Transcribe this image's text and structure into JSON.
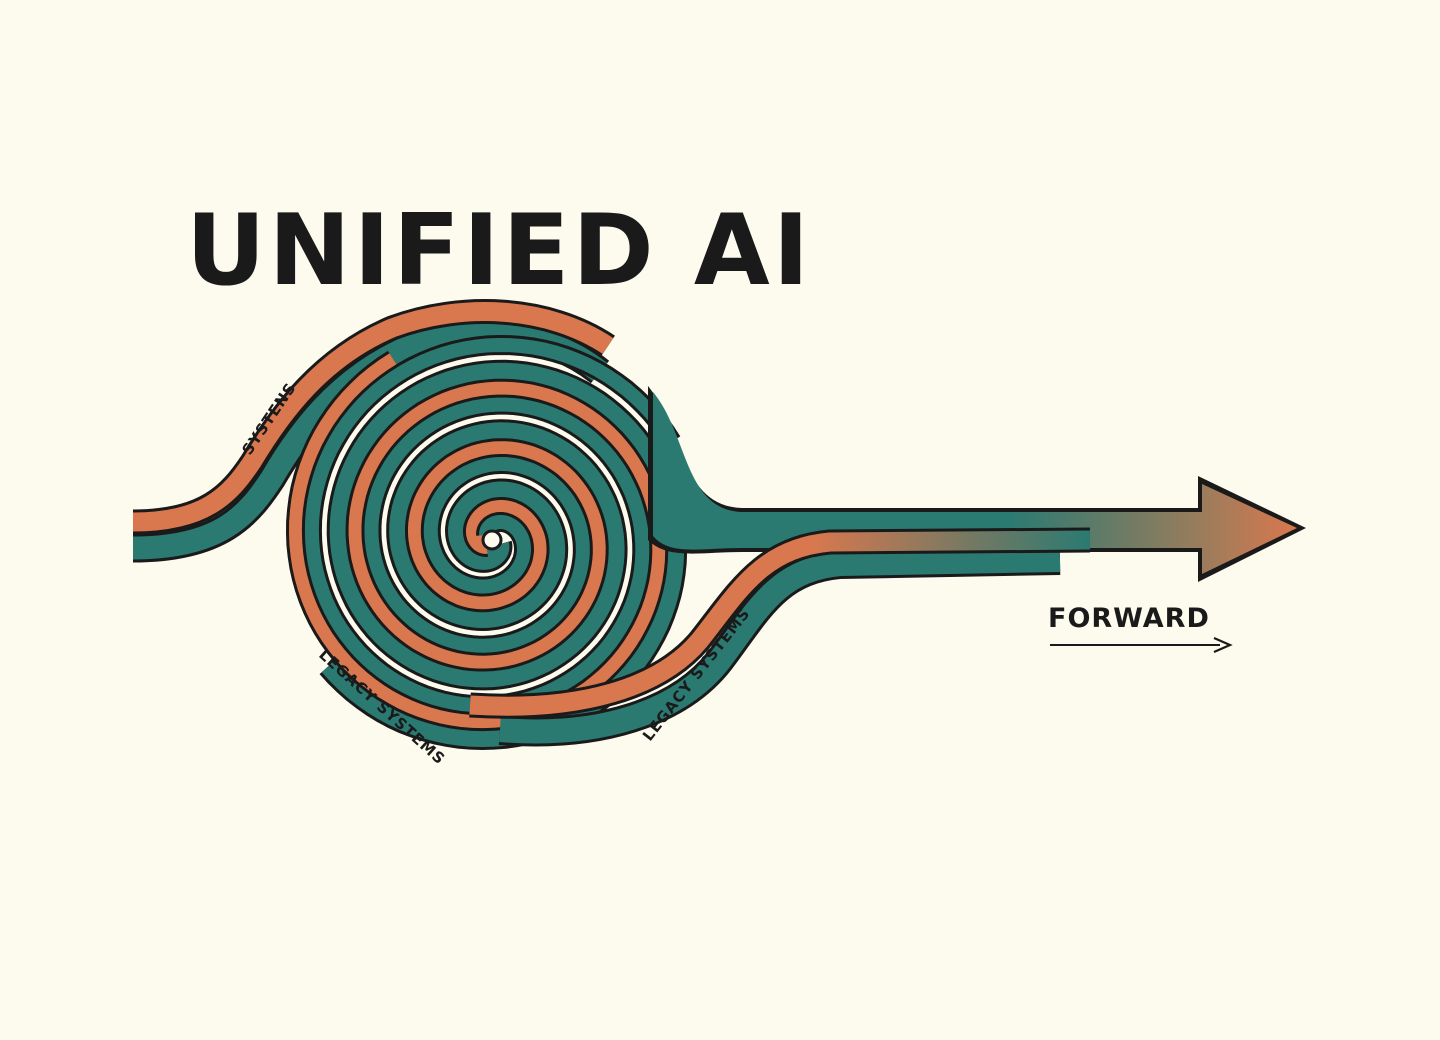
{
  "title": "UNIFIED AI",
  "labels": {
    "top_left": "SYSTENS",
    "bottom_left": "LEGACY SYSTEMS",
    "bottom_right": "LEGACY SYSTEMS",
    "forward": "FORWARD"
  },
  "colors": {
    "background": "#fdfbee",
    "teal": "#2a7a72",
    "orange": "#d9784e",
    "outline": "#1a1a1a",
    "text": "#1a1a1a"
  },
  "icons": [
    "forward-arrow-icon",
    "spiral-graphic"
  ]
}
